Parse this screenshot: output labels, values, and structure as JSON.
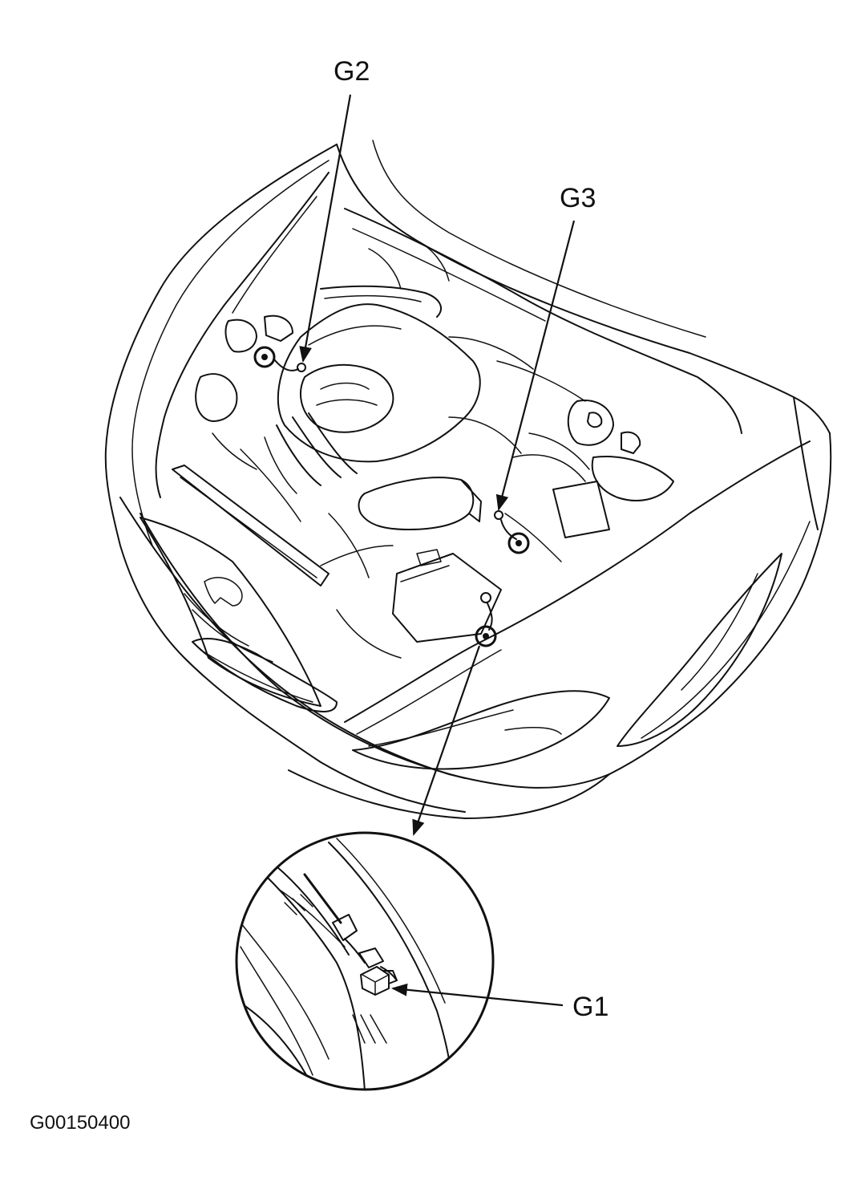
{
  "labels": {
    "g1": "G1",
    "g2": "G2",
    "g3": "G3"
  },
  "figure_code": "G00150400",
  "icons": {
    "ground_point": "ground-bolt-icon",
    "detail_callout": "magnifier-circle"
  },
  "colors": {
    "ink": "#111111",
    "paper": "#ffffff"
  }
}
